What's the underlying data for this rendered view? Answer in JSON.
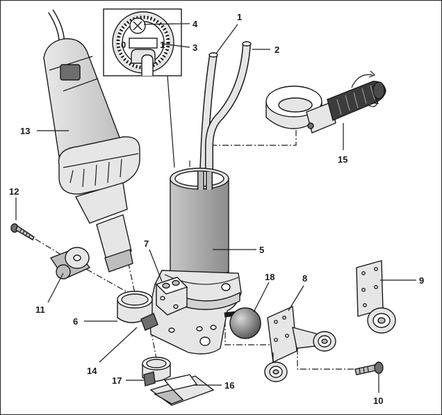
{
  "diagram": {
    "labels": [
      "1",
      "2",
      "3",
      "4",
      "5",
      "6",
      "7",
      "8",
      "9",
      "10",
      "11",
      "12",
      "13",
      "14",
      "15",
      "16",
      "17",
      "18"
    ],
    "inset": {
      "scale_left": "0",
      "scale_right": "1"
    }
  },
  "colors": {
    "line": "#1a1a1a",
    "light_fill": "#e6e6e6",
    "mid_fill": "#bdbdbd",
    "dark_fill": "#6e6e6e",
    "ball_fill": "#7a7a7a"
  }
}
